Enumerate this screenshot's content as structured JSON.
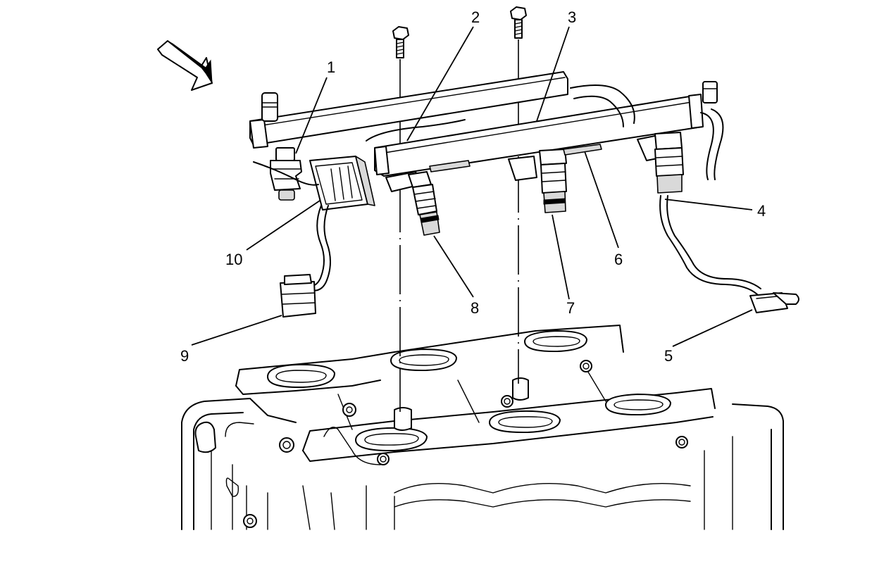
{
  "callouts": [
    {
      "id": "1",
      "label": "1"
    },
    {
      "id": "2",
      "label": "2"
    },
    {
      "id": "3",
      "label": "3"
    },
    {
      "id": "4",
      "label": "4"
    },
    {
      "id": "5",
      "label": "5"
    },
    {
      "id": "6",
      "label": "6"
    },
    {
      "id": "7",
      "label": "7"
    },
    {
      "id": "8",
      "label": "8"
    },
    {
      "id": "9",
      "label": "9"
    },
    {
      "id": "10",
      "label": "10"
    }
  ],
  "icons": {
    "direction_arrow": "arrow-icon"
  },
  "colors": {
    "line": "#000000",
    "background": "#ffffff"
  }
}
